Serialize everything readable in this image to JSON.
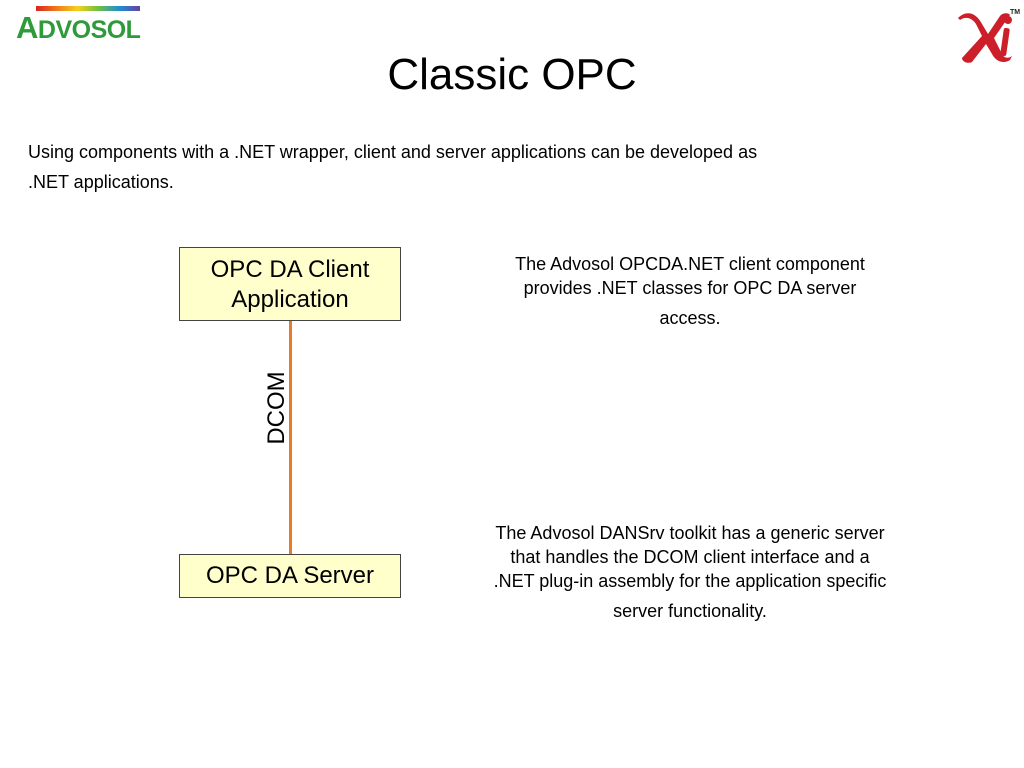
{
  "logos": {
    "left": "Advosol",
    "right": "Xi",
    "trademark": "TM"
  },
  "slide": {
    "title": "Classic OPC",
    "intro_line1": "Using components with a .NET wrapper, client and server applications can be developed as",
    "intro_line2": ".NET applications."
  },
  "diagram": {
    "client_box_line1": "OPC DA Client",
    "client_box_line2": "Application",
    "connector_label": "DCOM",
    "server_box": "OPC DA Server",
    "connector_color": "#e87a2c",
    "box_fill": "#ffffcc"
  },
  "notes": {
    "client_note_line1": "The Advosol OPCDA.NET client component",
    "client_note_line2": "provides .NET classes for OPC DA server",
    "client_note_line3": "access.",
    "server_note_line1": "The Advosol DANSrv toolkit has a generic server",
    "server_note_line2": "that handles the DCOM client interface and a",
    "server_note_line3": ".NET plug-in assembly for the application specific",
    "server_note_line4": "server functionality."
  }
}
